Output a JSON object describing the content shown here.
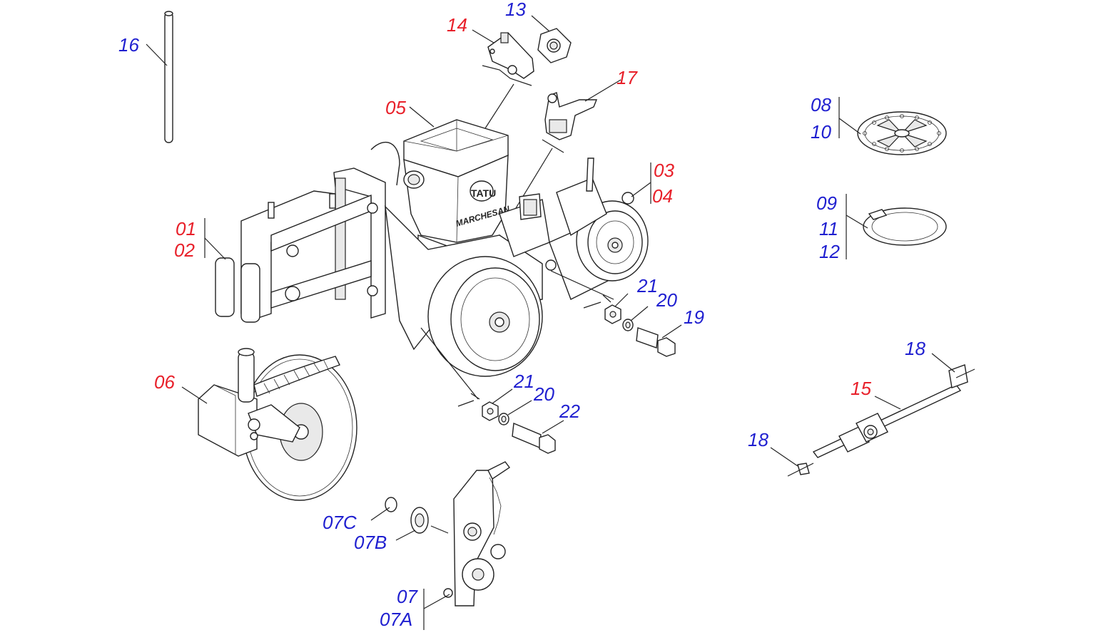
{
  "colors": {
    "red": "#e8202a",
    "blue": "#1f1fd0",
    "ink": "#222222"
  },
  "hopper_brand": "TATU",
  "hopper_model": "MARCHESAN",
  "labels": {
    "l16": "16",
    "l14": "14",
    "l13": "13",
    "l05": "05",
    "l17": "17",
    "l01": "01",
    "l02": "02",
    "l03": "03",
    "l04": "04",
    "l08": "08",
    "l10": "10",
    "l09": "09",
    "l11": "11",
    "l12": "12",
    "l21a": "21",
    "l20a": "20",
    "l19": "19",
    "l06": "06",
    "l21b": "21",
    "l20b": "20",
    "l22": "22",
    "l18a": "18",
    "l15": "15",
    "l18b": "18",
    "l07c": "07C",
    "l07b": "07B",
    "l07": "07",
    "l07a": "07A"
  }
}
